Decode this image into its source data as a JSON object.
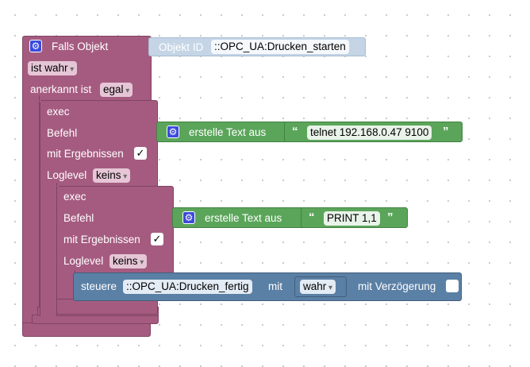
{
  "event_block": {
    "title": "Falls Objekt",
    "condition": "ist wahr",
    "ack_label": "anerkannt ist",
    "ack_value": "egal",
    "object_id_label": "Objekt ID",
    "object_id_value": "::OPC_UA:Drucken_starten"
  },
  "exec1": {
    "title": "exec",
    "command_label": "Befehl",
    "with_results_label": "mit Ergebnissen",
    "with_results_checked": "✓",
    "loglevel_label": "Loglevel",
    "loglevel_value": "keins",
    "text_block_label": "erstelle Text aus",
    "text_value": "telnet 192.168.0.47 9100"
  },
  "exec2": {
    "title": "exec",
    "command_label": "Befehl",
    "with_results_label": "mit Ergebnissen",
    "with_results_checked": "✓",
    "loglevel_label": "Loglevel",
    "loglevel_value": "keins",
    "text_block_label": "erstelle Text aus",
    "text_value": "PRINT 1,1"
  },
  "control_block": {
    "label": "steuere",
    "object_id": "::OPC_UA:Drucken_fertig",
    "with_label": "mit",
    "value": "wahr",
    "delay_label": "mit Verzögerung"
  },
  "icons": {
    "gear": "⚙",
    "quote_open": "“",
    "quote_close": "”"
  },
  "colors": {
    "event_block": "#a55b80",
    "text_block": "#5ba55b",
    "control_block": "#5b80a5",
    "object_id_block": "#c5d5e6",
    "gear_icon": "#3b4bdc"
  }
}
